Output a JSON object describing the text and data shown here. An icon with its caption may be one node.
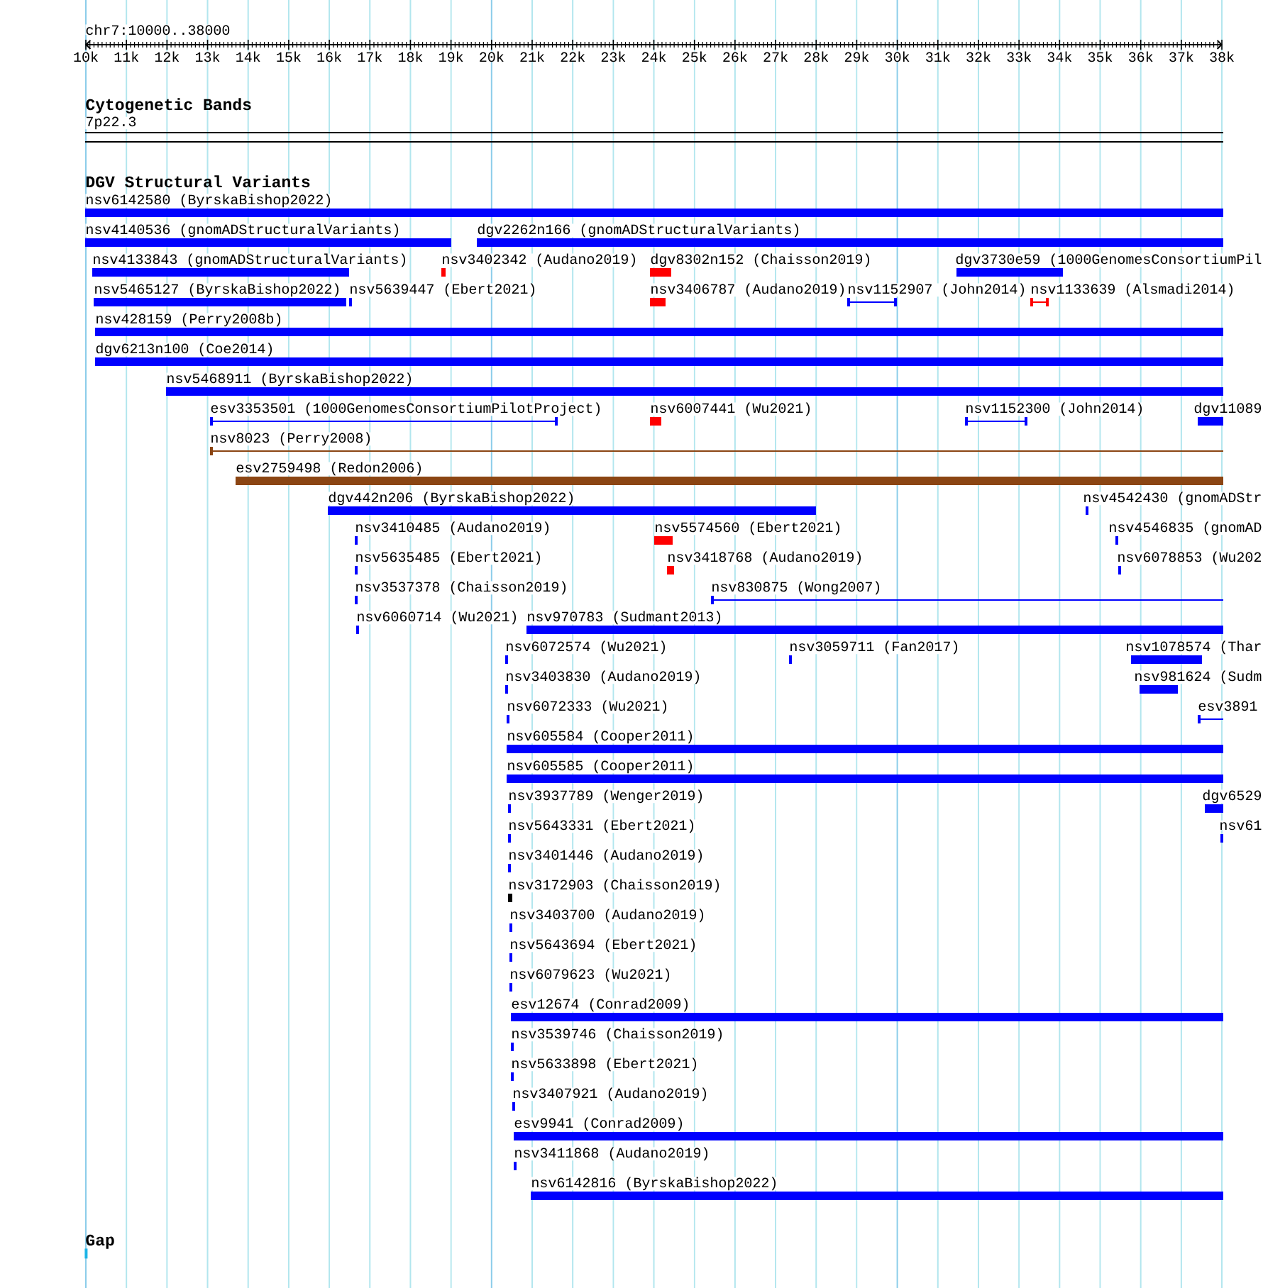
{
  "diagram": {
    "nodes": [
      {
        "text": [
          "7p22.3"
        ]
      },
      {
        "text": [
          "nsv6142580 (ByrskaBishop2022)"
        ]
      },
      {
        "text": [
          "nsv4140536 (gnomADStructuralVariants)"
        ]
      },
      {
        "text": [
          "dgv2262n166 (gnomADStructuralVariants)"
        ]
      },
      {
        "text": [
          "nsv4133843 (gnomADStructuralVariants)"
        ]
      },
      {
        "text": [
          "nsv3402342 (Audano2019)"
        ]
      },
      {
        "text": [
          "dgv8302n152 (Chaisson2019)"
        ]
      },
      {
        "text": [
          "dgv3730e59 (1000GenomesConsortiumPil"
        ]
      },
      {
        "text": [
          "nsv5465127 (ByrskaBishop2022)"
        ]
      },
      {
        "text": [
          "nsv5639447 (Ebert2021)"
        ]
      },
      {
        "text": [
          "nsv3406787 (Audano2019)"
        ]
      },
      {
        "text": [
          "nsv1152907 (John2014)"
        ]
      },
      {
        "text": [
          "nsv1133639 (Alsmadi2014)"
        ]
      },
      {
        "text": [
          "nsv428159 (Perry2008b)"
        ]
      },
      {
        "text": [
          "dgv6213n100 (Coe2014)"
        ]
      },
      {
        "text": [
          "nsv5468911 (ByrskaBishop2022)"
        ]
      },
      {
        "text": [
          "esv3353501 (1000GenomesConsortiumPilotProject)"
        ]
      },
      {
        "text": [
          "nsv6007441 (Wu2021)"
        ]
      },
      {
        "text": [
          "nsv1152300 (John2014)"
        ]
      },
      {
        "text": [
          "dgv11089"
        ]
      },
      {
        "text": [
          "nsv8023 (Perry2008)"
        ]
      },
      {
        "text": [
          "esv2759498 (Redon2006)"
        ]
      },
      {
        "text": [
          "dgv442n206 (ByrskaBishop2022)"
        ]
      },
      {
        "text": [
          "nsv4542430 (gnomADStr"
        ]
      },
      {
        "text": [
          "nsv3410485 (Audano2019)"
        ]
      },
      {
        "text": [
          "nsv5574560 (Ebert2021)"
        ]
      },
      {
        "text": [
          "nsv4546835 (gnomAD"
        ]
      },
      {
        "text": [
          "nsv5635485 (Ebert2021)"
        ]
      },
      {
        "text": [
          "nsv3418768 (Audano2019)"
        ]
      },
      {
        "text": [
          "nsv6078853 (Wu202"
        ]
      },
      {
        "text": [
          "nsv3537378 (Chaisson2019)"
        ]
      },
      {
        "text": [
          "nsv830875 (Wong2007)"
        ]
      },
      {
        "text": [
          "nsv6060714 (Wu2021)"
        ]
      },
      {
        "text": [
          "nsv970783 (Sudmant2013)"
        ]
      },
      {
        "text": [
          "nsv6072574 (Wu2021)"
        ]
      },
      {
        "text": [
          "nsv3059711 (Fan2017)"
        ]
      },
      {
        "text": [
          "nsv1078574 (Thar"
        ]
      },
      {
        "text": [
          "nsv3403830 (Audano2019)"
        ]
      },
      {
        "text": [
          "nsv981624 (Sudm"
        ]
      },
      {
        "text": [
          "nsv6072333 (Wu2021)"
        ]
      },
      {
        "text": [
          "esv3891"
        ]
      },
      {
        "text": [
          "nsv605584 (Cooper2011)"
        ]
      },
      {
        "text": [
          "nsv605585 (Cooper2011)"
        ]
      },
      {
        "text": [
          "nsv3937789 (Wenger2019)"
        ]
      },
      {
        "text": [
          "dgv6529"
        ]
      },
      {
        "text": [
          "nsv5643331 (Ebert2021)"
        ]
      },
      {
        "text": [
          "nsv61"
        ]
      },
      {
        "text": [
          "nsv3401446 (Audano2019)"
        ]
      },
      {
        "text": [
          "nsv3172903 (Chaisson2019)"
        ]
      },
      {
        "text": [
          "nsv3403700 (Audano2019)"
        ]
      },
      {
        "text": [
          "nsv5643694 (Ebert2021)"
        ]
      },
      {
        "text": [
          "nsv6079623 (Wu2021)"
        ]
      },
      {
        "text": [
          "esv12674 (Conrad2009)"
        ]
      },
      {
        "text": [
          "nsv3539746 (Chaisson2019)"
        ]
      },
      {
        "text": [
          "nsv5633898 (Ebert2021)"
        ]
      },
      {
        "text": [
          "nsv3407921 (Audano2019)"
        ]
      },
      {
        "text": [
          "esv9941 (Conrad2009)"
        ]
      },
      {
        "text": [
          "nsv3411868 (Audano2019)"
        ]
      },
      {
        "text": [
          "nsv6142816 (ByrskaBishop2022)"
        ]
      },
      {
        "text": [],
        "shape": "bar"
      }
    ],
    "labels": [
      "chr7:10000..38000",
      "10k",
      "11k",
      "12k",
      "13k",
      "14k",
      "15k",
      "16k",
      "17k",
      "18k",
      "19k",
      "20k",
      "21k",
      "22k",
      "23k",
      "24k",
      "25k",
      "26k",
      "27k",
      "28k",
      "29k",
      "30k",
      "31k",
      "32k",
      "33k",
      "34k",
      "35k",
      "36k",
      "37k",
      "38k",
      "Cytogenetic Bands",
      "DGV Structural Variants",
      "Gap"
    ]
  }
}
